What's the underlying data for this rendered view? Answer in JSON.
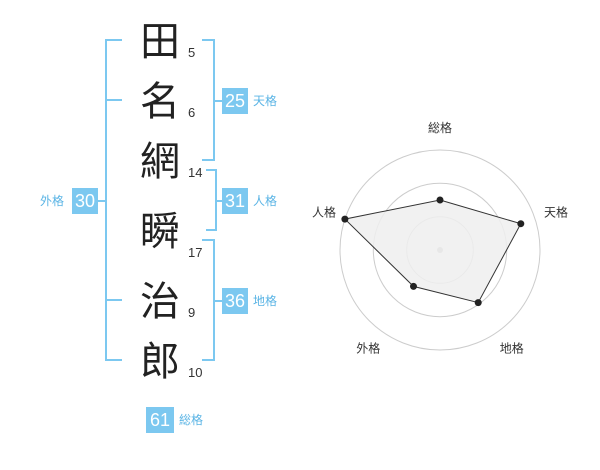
{
  "name": {
    "characters": [
      {
        "char": "田",
        "strokes": "5"
      },
      {
        "char": "名",
        "strokes": "6"
      },
      {
        "char": "網",
        "strokes": "14"
      },
      {
        "char": "瞬",
        "strokes": "17"
      },
      {
        "char": "治",
        "strokes": "9"
      },
      {
        "char": "郎",
        "strokes": "10"
      }
    ]
  },
  "kakusu": {
    "tenkaku": {
      "value": "25",
      "label": "天格"
    },
    "jinkaku": {
      "value": "31",
      "label": "人格"
    },
    "chikaku": {
      "value": "36",
      "label": "地格"
    },
    "gaikaku": {
      "value": "30",
      "label": "外格"
    },
    "soukaku": {
      "value": "61",
      "label": "総格"
    }
  },
  "colors": {
    "accent": "#7cc8f0",
    "accent_text": "#5ab4e5",
    "radar_fill": "#eeeeee",
    "radar_line": "#333333",
    "ring": "#cccccc"
  },
  "chart_data": {
    "type": "radar",
    "axes": [
      "総格",
      "天格",
      "地格",
      "外格",
      "人格"
    ],
    "values": [
      0.5,
      0.85,
      0.65,
      0.45,
      1.0
    ],
    "range": [
      0,
      1
    ],
    "rings": 3,
    "legend": "none"
  }
}
